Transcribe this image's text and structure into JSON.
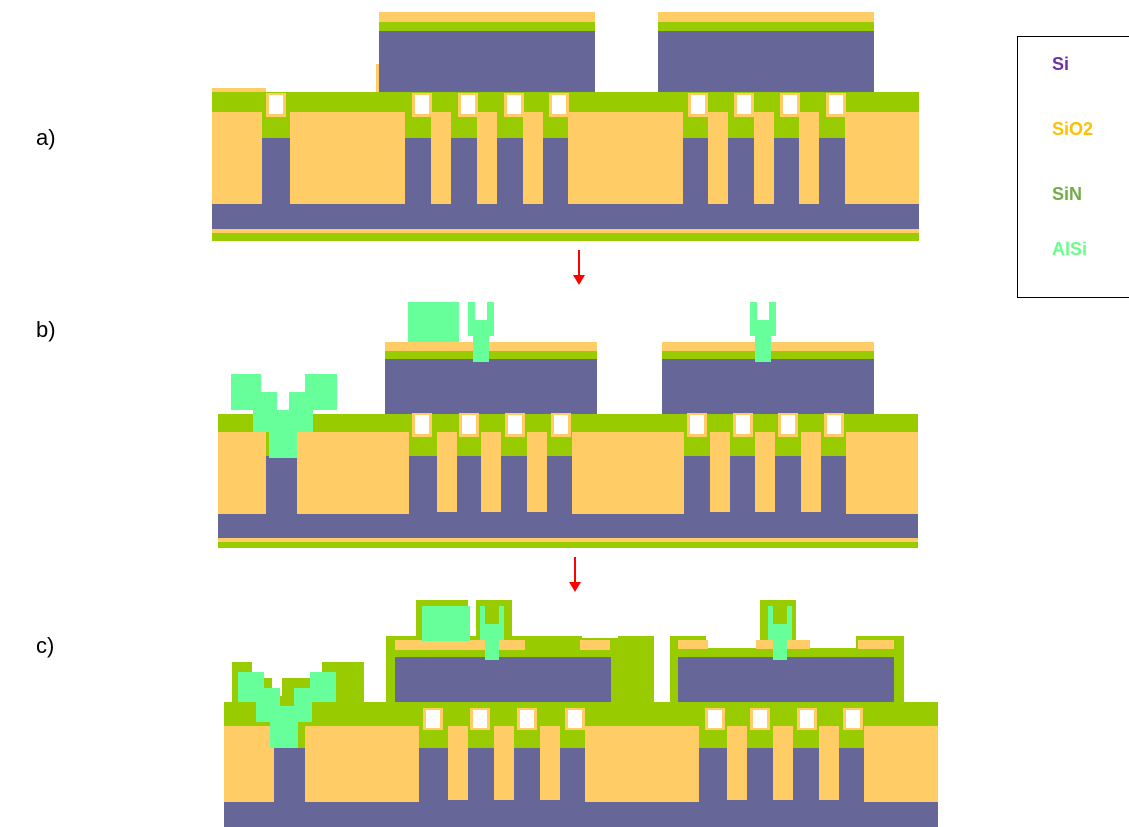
{
  "step_labels": [
    "a)",
    "b)",
    "c)"
  ],
  "legend": {
    "items": [
      {
        "label": "Si",
        "color": "#7030A0"
      },
      {
        "label": "SiO2",
        "color": "#FFC000"
      },
      {
        "label": "SiN",
        "color": "#70AD47"
      },
      {
        "label": "AlSi",
        "color": "#66FF88"
      }
    ]
  },
  "materials": {
    "Si": "#666699",
    "SiO2": "#FFCC66",
    "SiN": "#99CC00",
    "AlSi": "#66FF99",
    "arrow": "#FF0000"
  }
}
